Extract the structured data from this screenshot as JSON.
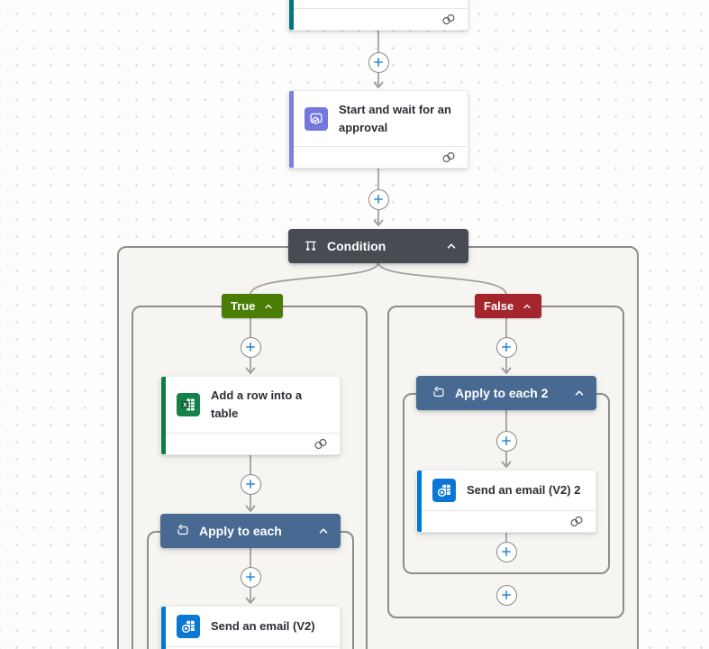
{
  "designer": {
    "condition": {
      "label": "Condition"
    },
    "true_branch": {
      "label": "True"
    },
    "false_branch": {
      "label": "False"
    },
    "cards": {
      "approval": {
        "title": "Start and wait for an approval"
      },
      "add_row": {
        "title": "Add a row into a table"
      },
      "send_email": {
        "title": "Send an email (V2)"
      },
      "send_email_2": {
        "title": "Send an email (V2) 2"
      }
    },
    "loops": {
      "apply_to_each": {
        "label": "Apply to each"
      },
      "apply_to_each_2": {
        "label": "Apply to each 2"
      }
    },
    "icons": {
      "connection": "connection-rings",
      "collapse": "chevron-up",
      "insert_step": "plus-circle",
      "condition": "condition-gate",
      "loop": "repeat-loop",
      "approvals": "approvals-badge-check",
      "excel": "excel-tile",
      "outlook": "outlook-tile"
    },
    "colors": {
      "teal_accent": "#03787c",
      "approval_accent": "#7b80dd",
      "excel_accent": "#107c41",
      "outlook_accent": "#0078d4",
      "condition_header_bg": "#474c52",
      "apply_header_bg": "#486991",
      "true_badge_bg": "#4a7d04",
      "false_badge_bg": "#a4262c",
      "connector_gray": "#a3a19f",
      "plus_blue": "#2b88d8"
    }
  }
}
